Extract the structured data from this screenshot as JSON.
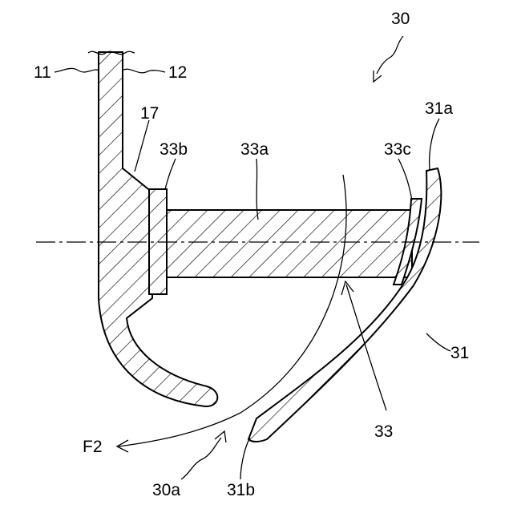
{
  "labels": {
    "l30": "30",
    "l11": "11",
    "l12": "12",
    "l17": "17",
    "l33b": "33b",
    "l33a": "33a",
    "l33c": "33c",
    "l31a": "31a",
    "l31": "31",
    "l33": "33",
    "lF2": "F2",
    "l30a": "30a",
    "l31b": "31b"
  }
}
